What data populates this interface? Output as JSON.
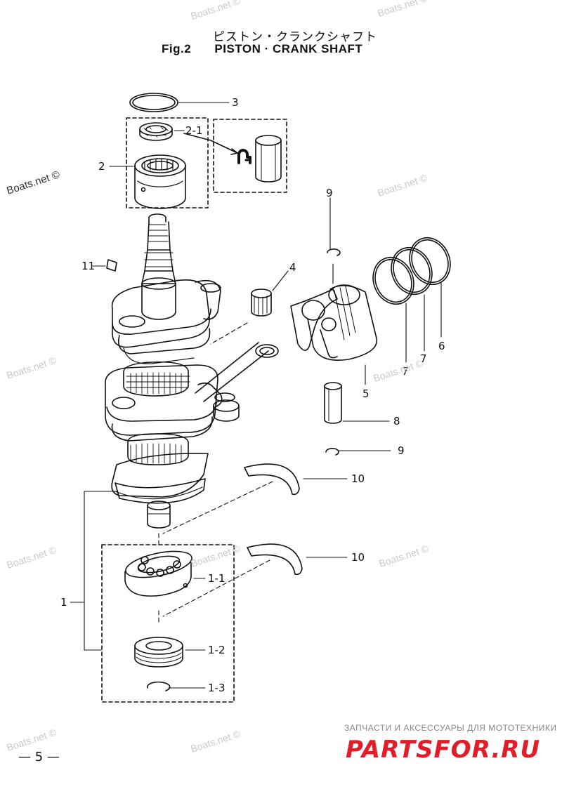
{
  "title": {
    "jp": "ピストン・クランクシャフト",
    "fig": "Fig.2",
    "en": "PISTON · CRANK SHAFT"
  },
  "part_labels": {
    "p1": "1",
    "p1_1": "1-1",
    "p1_2": "1-2",
    "p1_3": "1-3",
    "p2": "2",
    "p2_1": "2-1",
    "p3": "3",
    "p4": "4",
    "p5": "5",
    "p6": "6",
    "p7a": "7",
    "p7b": "7",
    "p8": "8",
    "p9a": "9",
    "p9b": "9",
    "p10a": "10",
    "p10b": "10",
    "p11": "11"
  },
  "watermark": "Boats.net ©",
  "page_number": "— 5 —",
  "branding": {
    "tagline": "ЗАПЧАСТИ И АКСЕССУАРЫ ДЛЯ МОТОТЕХНИКИ",
    "name": "PARTSFOR.RU",
    "color": "#e11d2a"
  }
}
